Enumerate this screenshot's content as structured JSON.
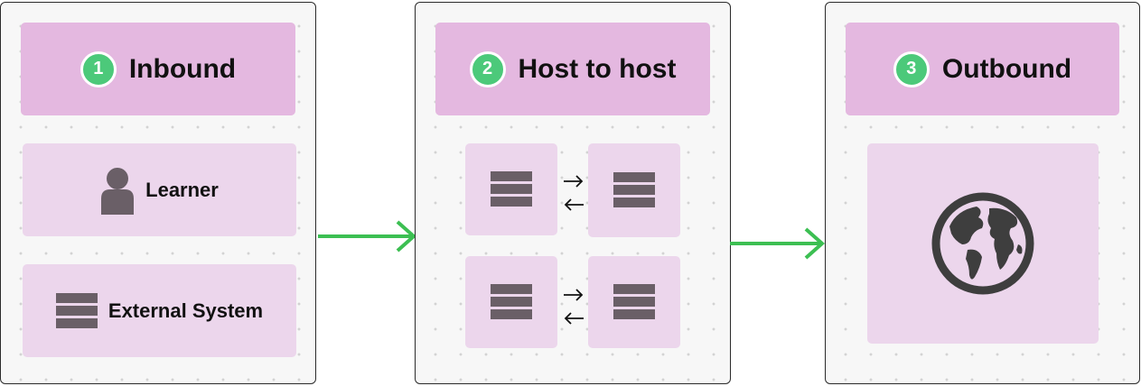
{
  "colors": {
    "header_bg": "#e4b8e0",
    "card_bg": "#ecd6ec",
    "badge": "#4cc97a",
    "arrow": "#3cbf52",
    "icon": "#6a5f67",
    "globe": "#3e3e3e"
  },
  "panels": [
    {
      "number": "1",
      "title": "Inbound",
      "items": [
        {
          "label": "Learner",
          "icon": "person-icon"
        },
        {
          "label": "External System",
          "icon": "server-icon"
        }
      ]
    },
    {
      "number": "2",
      "title": "Host to host",
      "icons": [
        "server-icon",
        "server-icon",
        "server-icon",
        "server-icon",
        "exchange-arrows-icon"
      ]
    },
    {
      "number": "3",
      "title": "Outbound",
      "icons": [
        "globe-icon"
      ]
    }
  ]
}
